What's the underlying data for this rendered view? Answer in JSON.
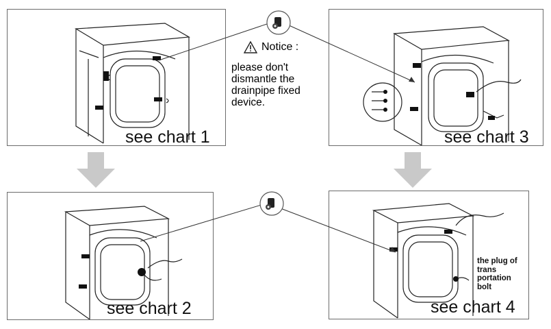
{
  "panels": [
    {
      "caption": "see chart 1"
    },
    {
      "caption": "see chart 2"
    },
    {
      "caption": "see chart 3"
    },
    {
      "caption": "see chart 4"
    }
  ],
  "notice": {
    "title": "Notice :",
    "body": "please don't dismantle the drainpipe fixed device."
  },
  "plug_label": "the plug of trans portation bolt",
  "icons": {
    "warning": "warning-triangle-icon",
    "flow_arrow": "down-arrow-icon",
    "bolt_part": "bolt-fixture-icon"
  },
  "colors": {
    "border": "#6b6b6b",
    "flow_arrow": "#c9c9c9",
    "line": "#333333"
  }
}
